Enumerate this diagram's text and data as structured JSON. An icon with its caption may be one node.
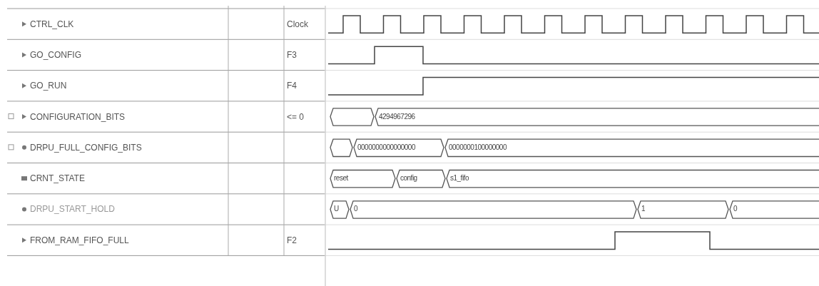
{
  "diagram": {
    "labels": [
      "CTRL_CLK",
      "Clock",
      "GO_CONFIG",
      "F3",
      "GO_RUN",
      "F4",
      "CONFIGURATION_BITS",
      "<= 0",
      "4294967296",
      "DRPU_FULL_CONFIG_BITS",
      "0000000000000000",
      "0000000100000000",
      "CRNT_STATE",
      "reset",
      "config",
      "s1_fifo",
      "DRPU_START_HOLD",
      "U",
      "0",
      "1",
      "0",
      "FROM_RAM_FIFO_FULL",
      "F2"
    ]
  }
}
